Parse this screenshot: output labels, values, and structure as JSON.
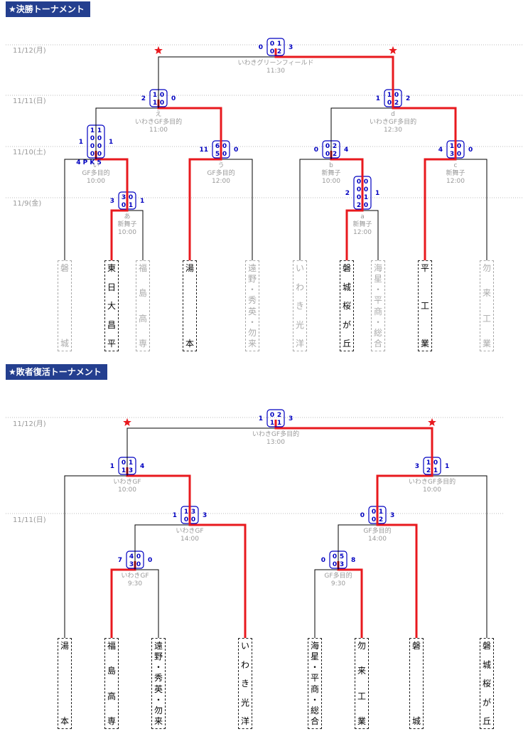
{
  "colors": {
    "header_bg": "#243f8f",
    "win_line": "#e8191e",
    "line": "#000000",
    "score": "#0000c0",
    "dim_text": "#999999",
    "star": "#e8191e"
  },
  "sections": {
    "main": {
      "title": "★決勝トーナメント"
    },
    "consolation": {
      "title": "★敗者復活トーナメント"
    }
  },
  "main": {
    "dates": [
      "11/12(月)",
      "11/11(日)",
      "11/10(土)",
      "11/9(金)"
    ],
    "teams": [
      {
        "name": "磐城",
        "chars": [
          "磐",
          "城"
        ],
        "status": "lost"
      },
      {
        "name": "東日大昌平",
        "chars": [
          "東",
          "日",
          "大",
          "昌",
          "平"
        ],
        "status": "active"
      },
      {
        "name": "福島高専",
        "chars": [
          "福",
          "島",
          "高",
          "専"
        ],
        "status": "lost"
      },
      {
        "name": "湯本",
        "chars": [
          "湯",
          "本"
        ],
        "status": "active"
      },
      {
        "name": "遠野・秀英・勿来",
        "chars": [
          "遠",
          "野",
          "・",
          "秀",
          "英",
          "・",
          "勿",
          "来"
        ],
        "status": "lost"
      },
      {
        "name": "いわき光洋",
        "chars": [
          "い",
          "わ",
          "き",
          "光",
          "洋"
        ],
        "status": "lost"
      },
      {
        "name": "磐城桜が丘",
        "chars": [
          "磐",
          "城",
          "桜",
          "が",
          "丘"
        ],
        "status": "active"
      },
      {
        "name": "海星・平商・総合",
        "chars": [
          "海",
          "星",
          "・",
          "平",
          "商",
          "・",
          "総",
          "合"
        ],
        "status": "lost"
      },
      {
        "name": "平工業",
        "chars": [
          "平",
          "工",
          "業"
        ],
        "status": "active"
      },
      {
        "name": "勿来工業",
        "chars": [
          "勿",
          "来",
          "工",
          "業"
        ],
        "status": "lost"
      }
    ],
    "matches": [
      {
        "id": "あ",
        "venue": "新舞子",
        "time": "10:00",
        "left_total": "3",
        "right_total": "1",
        "halves": [
          [
            "3",
            "0"
          ],
          [
            "0",
            "1"
          ]
        ]
      },
      {
        "id": "a",
        "venue": "新舞子",
        "time": "12:00",
        "left_total": "2",
        "right_total": "1",
        "halves": [
          [
            "0",
            "0"
          ],
          [
            "0",
            "0"
          ],
          [
            "0",
            "1"
          ],
          [
            "2",
            "0"
          ]
        ]
      },
      {
        "id": "い",
        "venue": "GF多目的",
        "time": "10:00",
        "left_total": "1",
        "right_total": "1",
        "pk": "4 P K 5",
        "halves": [
          [
            "1",
            "1"
          ],
          [
            "0",
            "0"
          ],
          [
            "0",
            "0"
          ],
          [
            "0",
            "0"
          ]
        ]
      },
      {
        "id": "う",
        "venue": "GF多目的",
        "time": "12:00",
        "left_total": "11",
        "right_total": "0",
        "halves": [
          [
            "6",
            "0"
          ],
          [
            "5",
            "0"
          ]
        ]
      },
      {
        "id": "b",
        "venue": "新舞子",
        "time": "10:00",
        "left_total": "0",
        "right_total": "4",
        "halves": [
          [
            "0",
            "2"
          ],
          [
            "0",
            "2"
          ]
        ]
      },
      {
        "id": "c",
        "venue": "新舞子",
        "time": "12:00",
        "left_total": "4",
        "right_total": "0",
        "halves": [
          [
            "1",
            "0"
          ],
          [
            "3",
            "0"
          ]
        ]
      },
      {
        "id": "え",
        "venue": "いわきGF多目的",
        "time": "11:00",
        "left_total": "2",
        "right_total": "0",
        "halves": [
          [
            "1",
            "0"
          ],
          [
            "1",
            "0"
          ]
        ]
      },
      {
        "id": "d",
        "venue": "いわきGF多目的",
        "time": "12:30",
        "left_total": "1",
        "right_total": "2",
        "halves": [
          [
            "1",
            "0"
          ],
          [
            "0",
            "2"
          ]
        ]
      },
      {
        "id": "",
        "venue": "いわきグリーンフィールド",
        "time": "11:30",
        "left_total": "0",
        "right_total": "3",
        "halves": [
          [
            "0",
            "1"
          ],
          [
            "0",
            "2"
          ]
        ]
      }
    ]
  },
  "consolation": {
    "dates": [
      "11/12(月)",
      "11/11(日)"
    ],
    "teams": [
      {
        "name": "湯本",
        "chars": [
          "湯",
          "本"
        ],
        "status": "active"
      },
      {
        "name": "福島高専",
        "chars": [
          "福",
          "島",
          "高",
          "専"
        ],
        "status": "active"
      },
      {
        "name": "遠野・秀英・勿来",
        "chars": [
          "遠",
          "野",
          "・",
          "秀",
          "英",
          "・",
          "勿",
          "来"
        ],
        "status": "active"
      },
      {
        "name": "いわき光洋",
        "chars": [
          "い",
          "わ",
          "き",
          "光",
          "洋"
        ],
        "status": "active"
      },
      {
        "name": "海星・平商・総合",
        "chars": [
          "海",
          "星",
          "・",
          "平",
          "商",
          "・",
          "総",
          "合"
        ],
        "status": "active"
      },
      {
        "name": "勿来工業",
        "chars": [
          "勿",
          "来",
          "工",
          "業"
        ],
        "status": "active"
      },
      {
        "name": "磐城",
        "chars": [
          "磐",
          "城"
        ],
        "status": "active"
      },
      {
        "name": "磐城桜が丘",
        "chars": [
          "磐",
          "城",
          "桜",
          "が",
          "丘"
        ],
        "status": "active"
      }
    ],
    "matches": [
      {
        "venue": "いわきGF",
        "time": "9:30",
        "left_total": "7",
        "right_total": "0",
        "halves": [
          [
            "4",
            "0"
          ],
          [
            "3",
            "0"
          ]
        ]
      },
      {
        "venue": "GF多目的",
        "time": "9:30",
        "left_total": "0",
        "right_total": "8",
        "halves": [
          [
            "0",
            "5"
          ],
          [
            "0",
            "3"
          ]
        ]
      },
      {
        "venue": "いわきGF",
        "time": "14:00",
        "left_total": "1",
        "right_total": "3",
        "halves": [
          [
            "1",
            "3"
          ],
          [
            "0",
            "0"
          ]
        ]
      },
      {
        "venue": "GF多目的",
        "time": "14:00",
        "left_total": "0",
        "right_total": "3",
        "halves": [
          [
            "0",
            "1"
          ],
          [
            "0",
            "2"
          ]
        ]
      },
      {
        "venue": "いわきGF",
        "time": "10:00",
        "left_total": "1",
        "right_total": "4",
        "halves": [
          [
            "0",
            "1"
          ],
          [
            "1",
            "3"
          ]
        ]
      },
      {
        "venue": "いわきGF多目的",
        "time": "10:00",
        "left_total": "3",
        "right_total": "1",
        "halves": [
          [
            "1",
            "0"
          ],
          [
            "2",
            "1"
          ]
        ]
      },
      {
        "venue": "いわきGF多目的",
        "time": "13:00",
        "left_total": "1",
        "right_total": "3",
        "halves": [
          [
            "0",
            "2"
          ],
          [
            "1",
            "1"
          ]
        ]
      }
    ]
  }
}
